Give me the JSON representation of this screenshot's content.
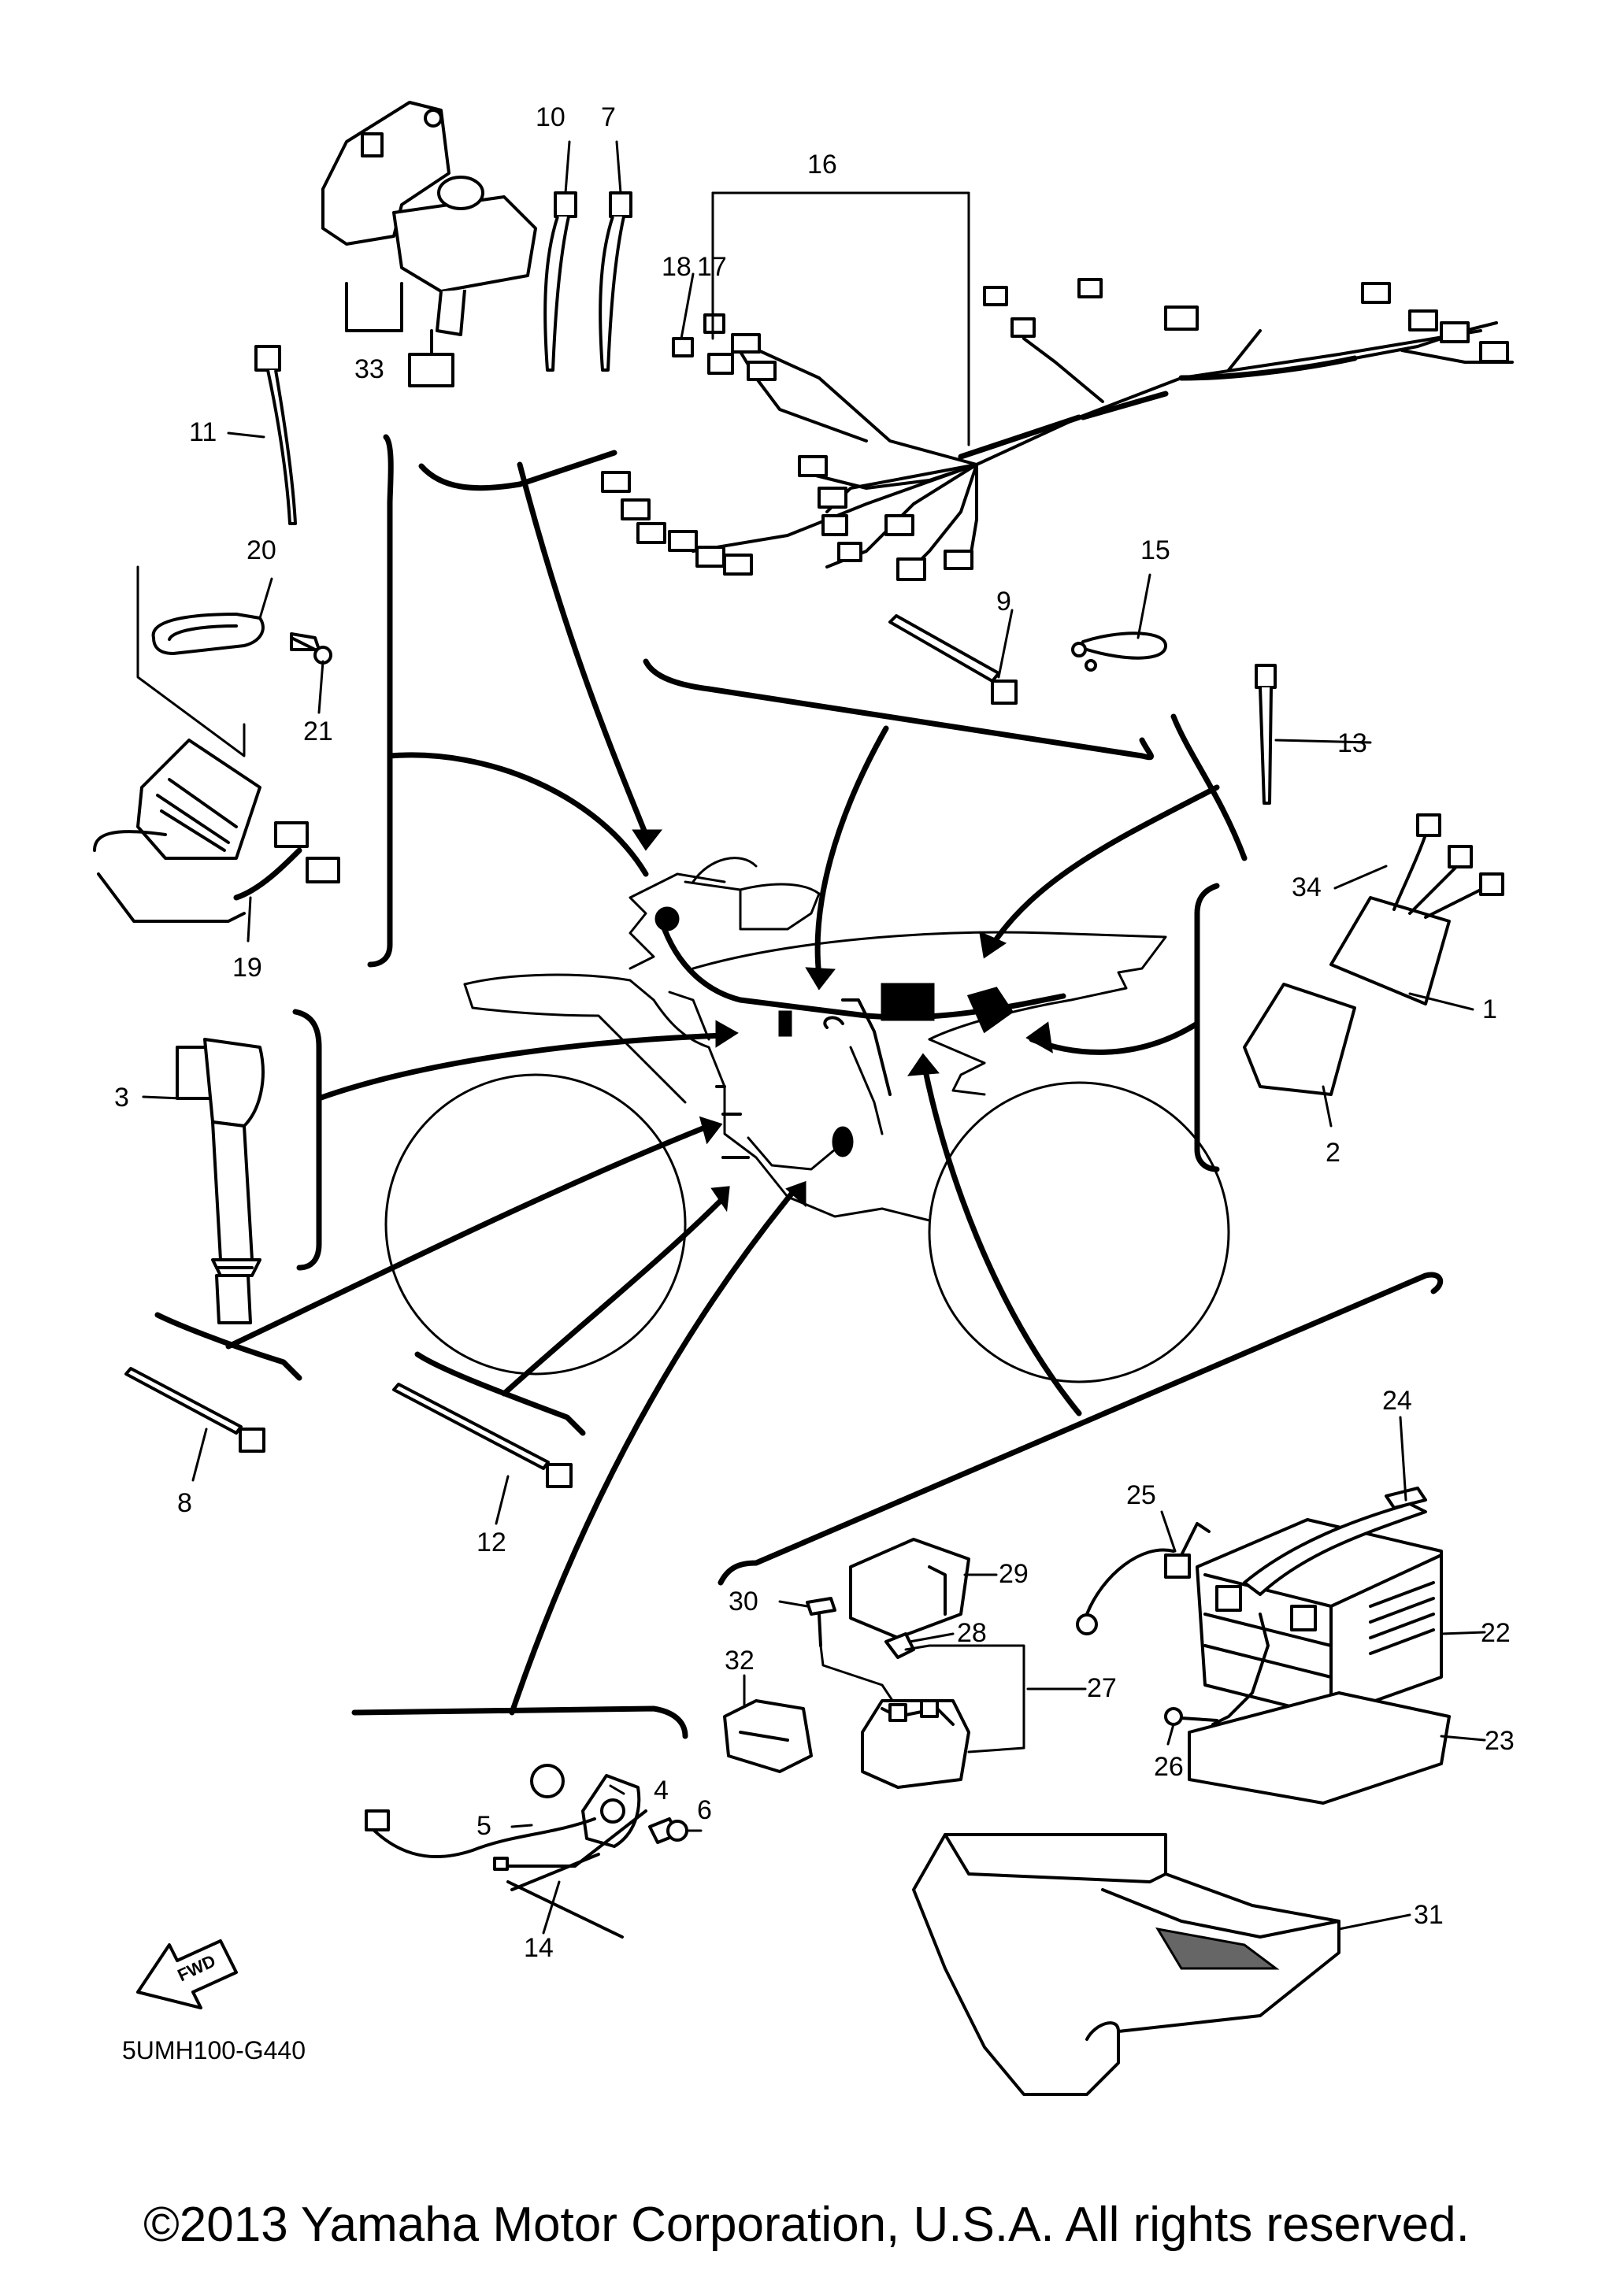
{
  "diagram": {
    "code": "5UMH100-G440",
    "fwd_label": "FWD",
    "callouts": [
      {
        "id": "1",
        "text": "1"
      },
      {
        "id": "2",
        "text": "2"
      },
      {
        "id": "3",
        "text": "3"
      },
      {
        "id": "4",
        "text": "4"
      },
      {
        "id": "5",
        "text": "5"
      },
      {
        "id": "6",
        "text": "6"
      },
      {
        "id": "7",
        "text": "7"
      },
      {
        "id": "8",
        "text": "8"
      },
      {
        "id": "9",
        "text": "9"
      },
      {
        "id": "10",
        "text": "10"
      },
      {
        "id": "11",
        "text": "11"
      },
      {
        "id": "12",
        "text": "12"
      },
      {
        "id": "13",
        "text": "13"
      },
      {
        "id": "14",
        "text": "14"
      },
      {
        "id": "15",
        "text": "15"
      },
      {
        "id": "16",
        "text": "16"
      },
      {
        "id": "17",
        "text": "17"
      },
      {
        "id": "18",
        "text": "18"
      },
      {
        "id": "19",
        "text": "19"
      },
      {
        "id": "20",
        "text": "20"
      },
      {
        "id": "21",
        "text": "21"
      },
      {
        "id": "22",
        "text": "22"
      },
      {
        "id": "23",
        "text": "23"
      },
      {
        "id": "24",
        "text": "24"
      },
      {
        "id": "25",
        "text": "25"
      },
      {
        "id": "26",
        "text": "26"
      },
      {
        "id": "27",
        "text": "27"
      },
      {
        "id": "28",
        "text": "28"
      },
      {
        "id": "29",
        "text": "29"
      },
      {
        "id": "30",
        "text": "30"
      },
      {
        "id": "31",
        "text": "31"
      },
      {
        "id": "32",
        "text": "32"
      },
      {
        "id": "33",
        "text": "33"
      },
      {
        "id": "34",
        "text": "34"
      }
    ]
  },
  "copyright": "©2013 Yamaha Motor Corporation, U.S.A. All rights reserved."
}
